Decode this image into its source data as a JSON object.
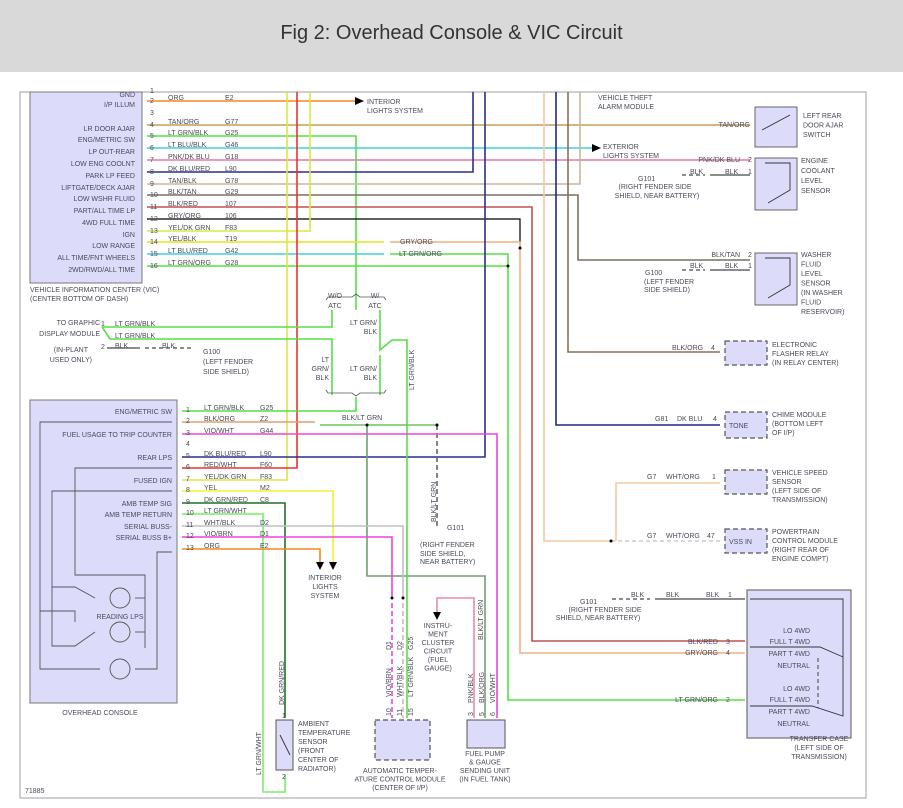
{
  "title": "Fig 2: Overhead Console & VIC Circuit",
  "figure_number": "71885",
  "vic": {
    "name": "VEHICLE INFORMATION CENTER (VIC)",
    "location": "(CENTER BOTTOM OF DASH)",
    "pins": [
      {
        "pin": "1",
        "function": "GND",
        "wire": "",
        "circuit": ""
      },
      {
        "pin": "2",
        "function": "I/P ILLUM",
        "wire": "ORG",
        "circuit": "E2"
      },
      {
        "pin": "3",
        "function": "",
        "wire": "",
        "circuit": ""
      },
      {
        "pin": "4",
        "function": "LR DOOR AJAR",
        "wire": "TAN/ORG",
        "circuit": "G77"
      },
      {
        "pin": "5",
        "function": "ENG/METRIC SW",
        "wire": "LT GRN/BLK",
        "circuit": "G25"
      },
      {
        "pin": "6",
        "function": "LP OUT-REAR",
        "wire": "LT BLU/BLK",
        "circuit": "G46"
      },
      {
        "pin": "7",
        "function": "LOW ENG COOLNT",
        "wire": "PNK/DK BLU",
        "circuit": "G18"
      },
      {
        "pin": "8",
        "function": "PARK LP FEED",
        "wire": "DK BLU/RED",
        "circuit": "L90"
      },
      {
        "pin": "9",
        "function": "LIFTGATE/DECK AJAR",
        "wire": "TAN/BLK",
        "circuit": "G78"
      },
      {
        "pin": "10",
        "function": "LOW WSHR FLUID",
        "wire": "BLK/TAN",
        "circuit": "G29"
      },
      {
        "pin": "11",
        "function": "PART/ALL TIME LP",
        "wire": "BLK/RED",
        "circuit": "107"
      },
      {
        "pin": "12",
        "function": "4WD FULL TIME",
        "wire": "GRY/ORG",
        "circuit": "106"
      },
      {
        "pin": "13",
        "function": "IGN",
        "wire": "YEL/DK GRN",
        "circuit": "F83"
      },
      {
        "pin": "14",
        "function": "LOW RANGE",
        "wire": "YEL/BLK",
        "circuit": "T19"
      },
      {
        "pin": "15",
        "function": "ALL TIME/FNT WHEELS",
        "wire": "LT BLU/RED",
        "circuit": "G42"
      },
      {
        "pin": "16",
        "function": "2WD/RWD/ALL TIME",
        "wire": "LT GRN/ORG",
        "circuit": "G28"
      }
    ]
  },
  "overhead_console": {
    "name": "OVERHEAD CONSOLE",
    "reading_lamps": "READING LPS",
    "pins": [
      {
        "pin": "1",
        "function": "ENG/METRIC SW",
        "wire": "LT GRN/BLK",
        "circuit": "G25"
      },
      {
        "pin": "2",
        "function": "",
        "wire": "BLK/ORG",
        "circuit": "Z2"
      },
      {
        "pin": "3",
        "function": "FUEL USAGE TO TRIP COUNTER",
        "wire": "VIO/WHT",
        "circuit": "G44"
      },
      {
        "pin": "4",
        "function": "",
        "wire": "",
        "circuit": ""
      },
      {
        "pin": "5",
        "function": "REAR LPS",
        "wire": "DK BLU/RED",
        "circuit": "L90"
      },
      {
        "pin": "6",
        "function": "",
        "wire": "RED/WHT",
        "circuit": "F60"
      },
      {
        "pin": "7",
        "function": "FUSED IGN",
        "wire": "YEL/DK GRN",
        "circuit": "F83"
      },
      {
        "pin": "8",
        "function": "",
        "wire": "YEL",
        "circuit": "M2"
      },
      {
        "pin": "9",
        "function": "AMB TEMP SIG",
        "wire": "DK GRN/RED",
        "circuit": "C8"
      },
      {
        "pin": "10",
        "function": "AMB TEMP RETURN",
        "wire": "LT GRN/WHT",
        "circuit": ""
      },
      {
        "pin": "11",
        "function": "SERIAL BUSS-",
        "wire": "WHT/BLK",
        "circuit": "D2"
      },
      {
        "pin": "12",
        "function": "SERIAL BUSS B+",
        "wire": "VIO/BRN",
        "circuit": "D1"
      },
      {
        "pin": "13",
        "function": "",
        "wire": "ORG",
        "circuit": "E2"
      }
    ]
  },
  "labels": {
    "interior_lights_top": [
      "INTERIOR",
      "LIGHTS SYSTEM"
    ],
    "theft_alarm": [
      "VEHICLE THEFT",
      "ALARM MODULE"
    ],
    "exterior_lights": [
      "EXTERIOR",
      "LIGHTS SYSTEM"
    ],
    "splice_gry_org": "GRY/ORG",
    "splice_lt_grn_org": "LT GRN/ORG",
    "wo_atc": [
      "W/O",
      "ATC"
    ],
    "w_atc": [
      "W/",
      "ATC"
    ],
    "atc_wire_1": [
      "LT GRN/",
      "BLK"
    ],
    "atc_wire_2": [
      "LT",
      "GRN/",
      "BLK"
    ],
    "atc_wire_3": [
      "LT GRN/",
      "BLK"
    ],
    "atc_vertical": "LT GRN/BLK",
    "graphic_display": [
      "TO GRAPHIC",
      "DISPLAY MODULE",
      "(IN-PLANT",
      "USED ONLY)"
    ],
    "gdm_pin1": "1",
    "gdm_wire1": "LT GRN/BLK",
    "gdm_wire1b": "LT GRN/BLK",
    "gdm_pin2": "2",
    "gdm_wire2": "BLK",
    "gdm_wire2b": "BLK",
    "g100_left": [
      "G100",
      "(LEFT FENDER",
      "SIDE SHIELD)"
    ],
    "blk_lt_grn": "BLK/LT GRN",
    "blk_lt_grn_vert": "BLK/LT GRN",
    "g101_mid": [
      "G101",
      "(RIGHT FENDER",
      "SIDE SHIELD,",
      "NEAR BATTERY)"
    ],
    "interior_lights_bottom": [
      "INTERIOR",
      "LIGHTS",
      "SYSTEM"
    ],
    "instrument_cluster": [
      "INSTRU-",
      "MENT",
      "CLUSTER",
      "CIRCUIT",
      "(FUEL",
      "GAUGE)"
    ]
  },
  "components": {
    "left_rear_door_ajar": {
      "name": [
        "LEFT REAR",
        "DOOR AJAR",
        "SWITCH"
      ],
      "wire": "TAN/ORG"
    },
    "engine_coolant": {
      "name": [
        "ENGINE",
        "COOLANT",
        "LEVEL",
        "SENSOR"
      ],
      "wire1": "PNK/DK BLU",
      "pin1": "2",
      "wire2": "BLK",
      "wire2b": "BLK",
      "pin2": "1",
      "ground": [
        "G101",
        "(RIGHT FENDER SIDE",
        "SHIELD, NEAR BATTERY)"
      ]
    },
    "washer_fluid": {
      "name": [
        "WASHER",
        "FLUID",
        "LEVEL",
        "SENSOR",
        "(IN WASHER",
        "FLUID",
        "RESERVOIR)"
      ],
      "wire1": "BLK/TAN",
      "pin1": "2",
      "wire2": "BLK",
      "wire2b": "BLK",
      "pin2": "1",
      "ground": [
        "G100",
        "(LEFT FENDER",
        "SIDE SHIELD)"
      ]
    },
    "flasher_relay": {
      "name": [
        "ELECTRONIC",
        "FLASHER RELAY",
        "(IN RELAY CENTER)"
      ],
      "wire": "BLK/ORG",
      "pin": "4"
    },
    "chime_module": {
      "name": [
        "CHIME MODULE",
        "(BOTTOM LEFT",
        "OF I/P)"
      ],
      "circuit": "G81",
      "wire": "DK BLU",
      "pin": "4",
      "terminal": "TONE"
    },
    "vehicle_speed_sensor": {
      "name": [
        "VEHICLE SPEED",
        "SENSOR",
        "(LEFT SIDE OF",
        "TRANSMISSION)"
      ],
      "circuit": "G7",
      "wire": "WHT/ORG",
      "pin": "1"
    },
    "pcm": {
      "name": [
        "POWERTRAIN",
        "CONTROL MODULE",
        "(RIGHT REAR OF",
        "ENGINE COMPT)"
      ],
      "circuit": "G7",
      "wire": "WHT/ORG",
      "pin": "47",
      "terminal": "VSS IN"
    },
    "transfer_case": {
      "name": [
        "TRANSFER CASE",
        "(LEFT SIDE OF",
        "TRANSMISSION)"
      ],
      "ground": [
        "G101",
        "(RIGHT FENDER SIDE",
        "SHIELD, NEAR BATTERY)"
      ],
      "blk": [
        "BLK",
        "BLK",
        "BLK"
      ],
      "pins": [
        {
          "pin": "1",
          "wire": "BLK"
        },
        {
          "pin": "3",
          "wire": "BLK/RED"
        },
        {
          "pin": "4",
          "wire": "GRY/ORG"
        },
        {
          "pin": "2",
          "wire": "LT GRN/ORG"
        }
      ],
      "positions_upper": [
        "LO 4WD",
        "FULL T 4WD",
        "PART T 4WD",
        "NEUTRAL"
      ],
      "positions_lower": [
        "LO 4WD",
        "FULL T 4WD",
        "PART T 4WD",
        "NEUTRAL"
      ]
    },
    "ambient_temp_sensor": {
      "name": [
        "AMBIENT",
        "TEMPERATURE",
        "SENSOR",
        "(FRONT",
        "CENTER OF",
        "RADIATOR)"
      ],
      "wire1": "DK GRN/RED",
      "pin1": "1",
      "wire2": "LT GRN/WHT",
      "pin2": "2"
    },
    "atc_module": {
      "name": [
        "AUTOMATIC TEMPER-",
        "ATURE CONTROL MODULE",
        "(CENTER OF I/P)"
      ],
      "pins": [
        {
          "pin": "10",
          "wire": "VIO/BRN",
          "circuit": "D1"
        },
        {
          "pin": "11",
          "wire": "WHT/BLK",
          "circuit": "D2"
        },
        {
          "pin": "15",
          "wire": "LT GRN/BLK",
          "circuit": "G25"
        }
      ]
    },
    "fuel_pump": {
      "name": [
        "FUEL PUMP",
        "& GAUGE",
        "SENDING UNIT",
        "(IN FUEL TANK)"
      ],
      "pins": [
        {
          "pin": "3",
          "wire": "PNK/BLK"
        },
        {
          "pin": "5",
          "wire": "BLK/ORG"
        },
        {
          "pin": "6",
          "wire": "VIO/WHT"
        }
      ],
      "wire_above": "BLK/LT GRN"
    }
  },
  "colors": {
    "header_bg": "#d9d9d9",
    "module_fill": "#dcdcfa",
    "org": "#f5891f",
    "lt_grn": "#55e045",
    "yel": "#f0f030",
    "red": "#ee3030",
    "vio": "#ee44dd",
    "dk_blu": "#1a2a8a",
    "cyan": "#3fd4dc"
  }
}
